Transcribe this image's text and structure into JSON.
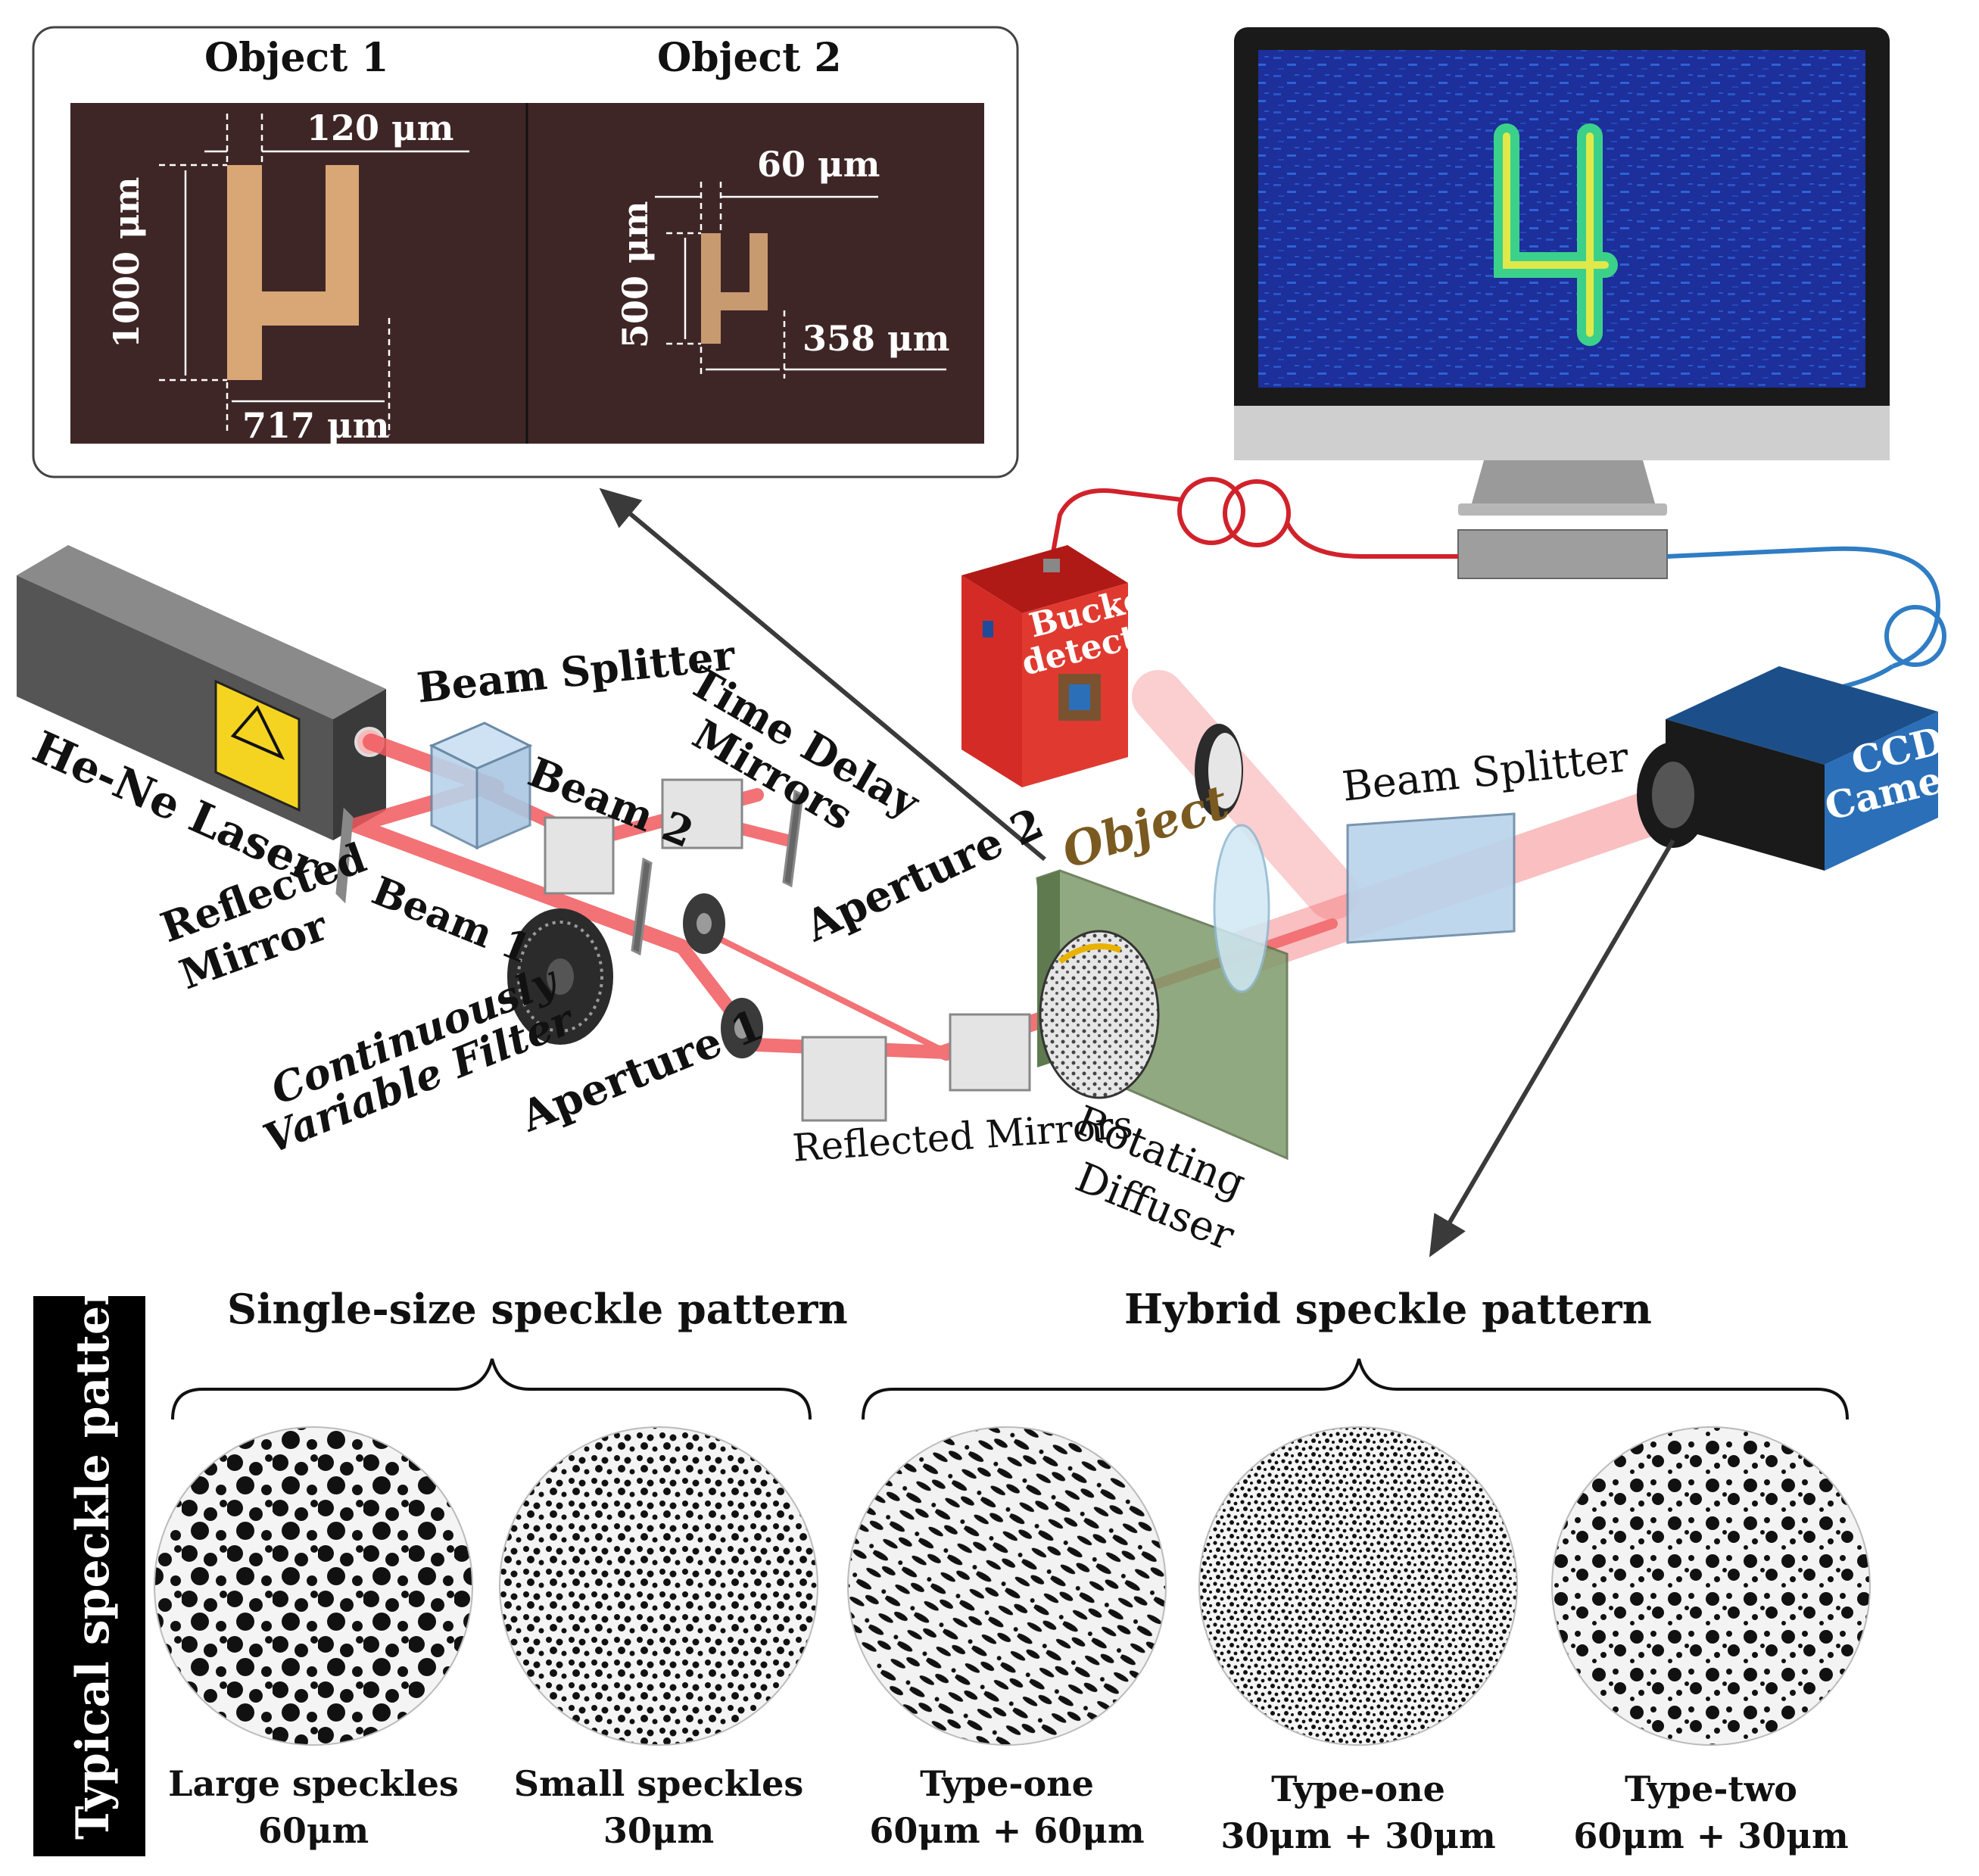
{
  "inset": {
    "object1": {
      "title": "Object 1",
      "dim_top": "120 μm",
      "dim_left": "1000 μm",
      "dim_bottom": "717 μm",
      "glyph": "μ"
    },
    "object2": {
      "title": "Object 2",
      "dim_top": "60 μm",
      "dim_left": "500 μm",
      "dim_bottom": "358 μm",
      "glyph": "μ"
    }
  },
  "setup": {
    "laser": "He-Ne Laser",
    "beam_splitter_top": "Beam Splitter",
    "beam2": "Beam 2",
    "beam1": "Beam 1",
    "time_delay_mirrors": [
      "Time Delay",
      "Mirrors"
    ],
    "reflected_mirror": [
      "Reflected",
      "Mirror"
    ],
    "aperture2": "Aperture 2",
    "aperture1": "Aperture 1",
    "filter": [
      "Continuously",
      "Variable Filter"
    ],
    "reflected_mirrors": "Reflected Mirrors",
    "rotating_diffuser": [
      "Rotating",
      "Diffuser"
    ],
    "object": "Object",
    "bucket_detector": [
      "Bucket",
      "detector"
    ],
    "beam_splitter_right": "Beam Splitter",
    "ccd_camera": [
      "CCD",
      "Camera"
    ]
  },
  "patterns": {
    "side_label": "Typical speckle pattern",
    "group_single": "Single-size speckle pattern",
    "group_hybrid": "Hybrid speckle pattern",
    "items": [
      {
        "line1": "Large speckles",
        "line2": "60μm"
      },
      {
        "line1": "Small speckles",
        "line2": "30μm"
      },
      {
        "line1": "Type-one",
        "line2": "60μm + 60μm"
      },
      {
        "line1": "Type-one",
        "line2": "30μm + 30μm"
      },
      {
        "line1": "Type-two",
        "line2": "60μm + 30μm"
      }
    ]
  },
  "colors": {
    "beam": "#f0595e",
    "inset_bg": "#3f2626",
    "glyph": "#d9a775",
    "bucket": "#d42b26",
    "ccd": "#2a6fb8",
    "monitor_bg": "#1c2f9a",
    "filter_plate": "#7e9a6a",
    "cable_red": "#d1222b",
    "cable_blue": "#2f7dc4"
  }
}
